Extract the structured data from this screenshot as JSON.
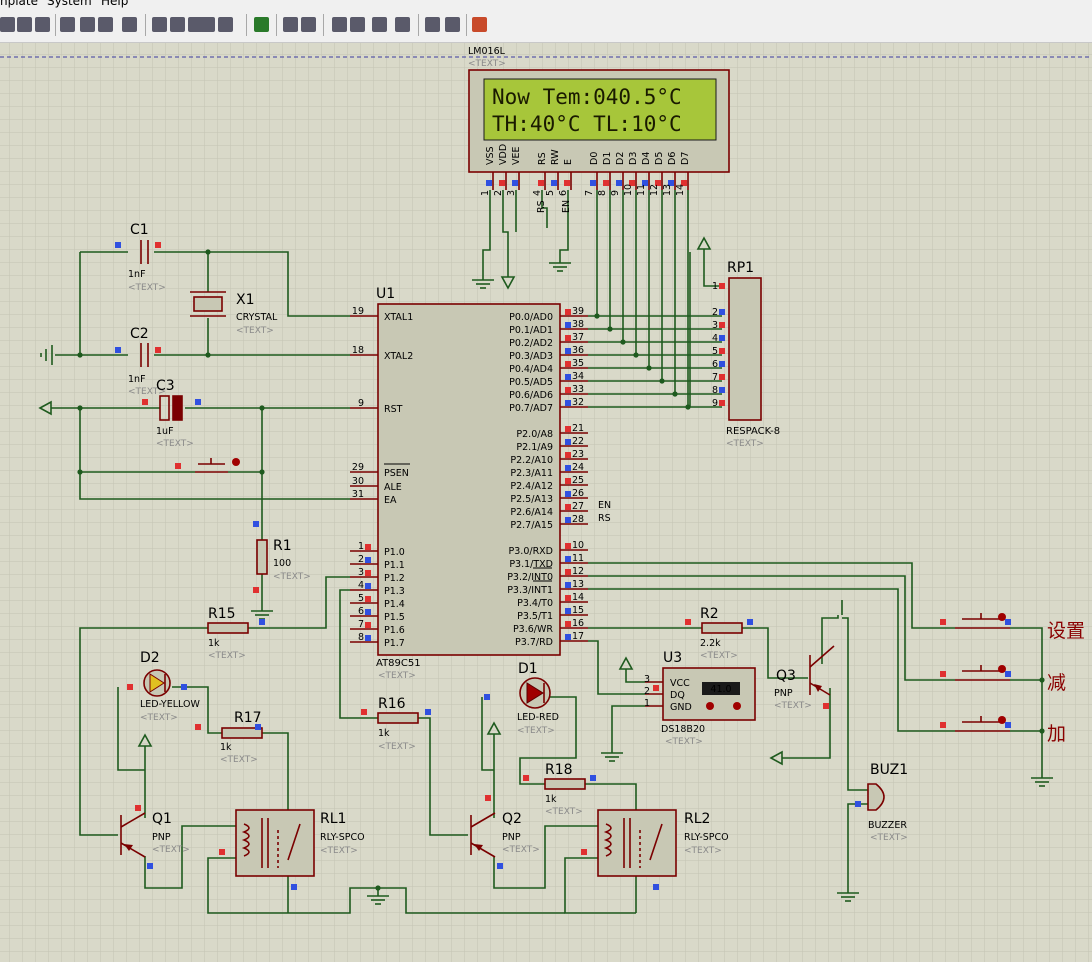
{
  "menu": [
    "nplate",
    "System",
    "Help"
  ],
  "lcd": {
    "ref": "LM016L",
    "text": "<TEXT>",
    "line1": "Now Tem:040.5°C",
    "line2": "TH:40°C  TL:10°C",
    "pins": [
      "VSS",
      "VDD",
      "VEE",
      "RS",
      "RW",
      "E",
      "D0",
      "D1",
      "D2",
      "D3",
      "D4",
      "D5",
      "D6",
      "D7"
    ],
    "pinnums": [
      "1",
      "2",
      "3",
      "4",
      "5",
      "6",
      "7",
      "8",
      "9",
      "10",
      "11",
      "12",
      "13",
      "14"
    ],
    "rs": "RS",
    "en": "EN"
  },
  "mcu": {
    "ref": "U1",
    "part": "AT89C51",
    "text": "<TEXT>",
    "left": [
      {
        "n": "19",
        "l": "XTAL1"
      },
      {
        "n": "18",
        "l": "XTAL2"
      },
      {
        "n": "9",
        "l": "RST"
      },
      {
        "n": "29",
        "l": "PSEN"
      },
      {
        "n": "30",
        "l": "ALE"
      },
      {
        "n": "31",
        "l": "EA"
      },
      {
        "n": "1",
        "l": "P1.0"
      },
      {
        "n": "2",
        "l": "P1.1"
      },
      {
        "n": "3",
        "l": "P1.2"
      },
      {
        "n": "4",
        "l": "P1.3"
      },
      {
        "n": "5",
        "l": "P1.4"
      },
      {
        "n": "6",
        "l": "P1.5"
      },
      {
        "n": "7",
        "l": "P1.6"
      },
      {
        "n": "8",
        "l": "P1.7"
      }
    ],
    "right": [
      {
        "n": "39",
        "l": "P0.0/AD0"
      },
      {
        "n": "38",
        "l": "P0.1/AD1"
      },
      {
        "n": "37",
        "l": "P0.2/AD2"
      },
      {
        "n": "36",
        "l": "P0.3/AD3"
      },
      {
        "n": "35",
        "l": "P0.4/AD4"
      },
      {
        "n": "34",
        "l": "P0.5/AD5"
      },
      {
        "n": "33",
        "l": "P0.6/AD6"
      },
      {
        "n": "32",
        "l": "P0.7/AD7"
      },
      {
        "n": "21",
        "l": "P2.0/A8"
      },
      {
        "n": "22",
        "l": "P2.1/A9"
      },
      {
        "n": "23",
        "l": "P2.2/A10"
      },
      {
        "n": "24",
        "l": "P2.3/A11"
      },
      {
        "n": "25",
        "l": "P2.4/A12"
      },
      {
        "n": "26",
        "l": "P2.5/A13"
      },
      {
        "n": "27",
        "l": "P2.6/A14"
      },
      {
        "n": "28",
        "l": "P2.7/A15"
      },
      {
        "n": "10",
        "l": "P3.0/RXD"
      },
      {
        "n": "11",
        "l": "P3.1/TXD"
      },
      {
        "n": "12",
        "l": "P3.2/INT0"
      },
      {
        "n": "13",
        "l": "P3.3/INT1"
      },
      {
        "n": "14",
        "l": "P3.4/T0"
      },
      {
        "n": "15",
        "l": "P3.5/T1"
      },
      {
        "n": "16",
        "l": "P3.6/WR"
      },
      {
        "n": "17",
        "l": "P3.7/RD"
      }
    ],
    "en": "EN",
    "rs": "RS"
  },
  "rp1": {
    "ref": "RP1",
    "part": "RESPACK-8",
    "text": "<TEXT>",
    "pins": [
      "1",
      "2",
      "3",
      "4",
      "5",
      "6",
      "7",
      "8",
      "9"
    ]
  },
  "c1": {
    "ref": "C1",
    "val": "1nF",
    "text": "<TEXT>"
  },
  "c2": {
    "ref": "C2",
    "val": "1nF",
    "text": "<TEXT>"
  },
  "c3": {
    "ref": "C3",
    "val": "1uF",
    "text": "<TEXT>"
  },
  "x1": {
    "ref": "X1",
    "val": "CRYSTAL",
    "text": "<TEXT>"
  },
  "r1": {
    "ref": "R1",
    "val": "100",
    "text": "<TEXT>"
  },
  "r15": {
    "ref": "R15",
    "val": "1k",
    "text": "<TEXT>"
  },
  "r16": {
    "ref": "R16",
    "val": "1k",
    "text": "<TEXT>"
  },
  "r17": {
    "ref": "R17",
    "val": "1k",
    "text": "<TEXT>"
  },
  "r18": {
    "ref": "R18",
    "val": "1k",
    "text": "<TEXT>"
  },
  "r2": {
    "ref": "R2",
    "val": "2.2k",
    "text": "<TEXT>"
  },
  "d1": {
    "ref": "D1",
    "val": "LED-RED",
    "text": "<TEXT>"
  },
  "d2": {
    "ref": "D2",
    "val": "LED-YELLOW",
    "text": "<TEXT>"
  },
  "q1": {
    "ref": "Q1",
    "val": "PNP",
    "text": "<TEXT>"
  },
  "q2": {
    "ref": "Q2",
    "val": "PNP",
    "text": "<TEXT>"
  },
  "q3": {
    "ref": "Q3",
    "val": "PNP",
    "text": "<TEXT>"
  },
  "rl1": {
    "ref": "RL1",
    "val": "RLY-SPCO",
    "text": "<TEXT>"
  },
  "rl2": {
    "ref": "RL2",
    "val": "RLY-SPCO",
    "text": "<TEXT>"
  },
  "u3": {
    "ref": "U3",
    "val": "DS18B20",
    "text": "<TEXT>",
    "pins": [
      "VCC",
      "DQ",
      "GND"
    ],
    "pinnums": [
      "3",
      "2",
      "1"
    ],
    "reading": "41.0"
  },
  "buz1": {
    "ref": "BUZ1",
    "val": "BUZZER",
    "text": "<TEXT>"
  },
  "buttons": [
    "设置",
    "减",
    "加"
  ],
  "colors": {
    "grid": "#c4c4b4",
    "wire": "#1e5a1e",
    "part": "#7a0000",
    "lcd_bg": "#a7c63a",
    "body": "#c8c8b4"
  }
}
